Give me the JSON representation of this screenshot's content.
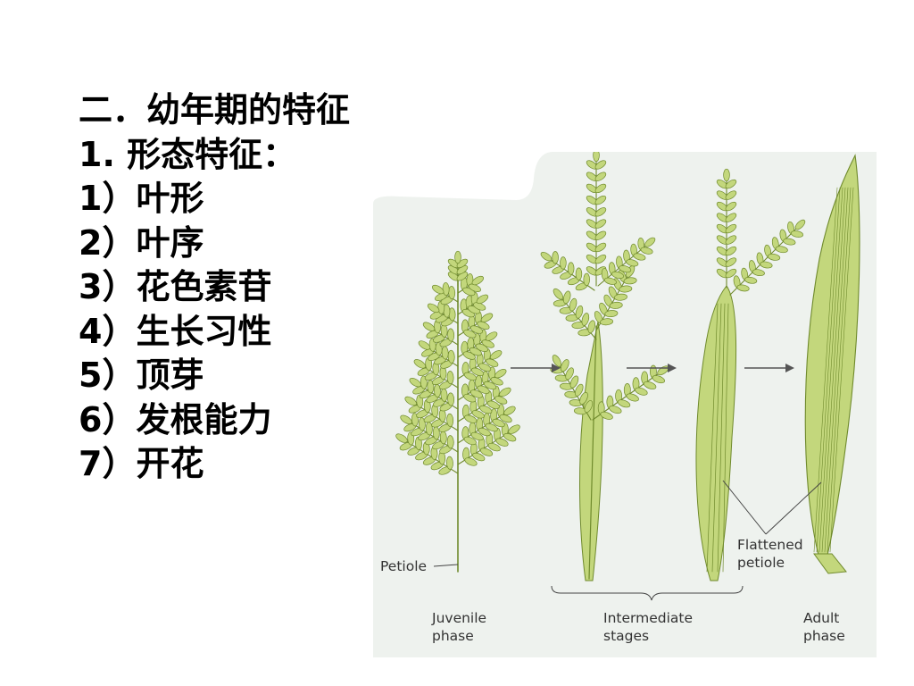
{
  "slide": {
    "heading": "二．幼年期的特征",
    "subheading": "1. 形态特征：",
    "items": [
      "1）叶形",
      "2）叶序",
      "3）花色素苷",
      "4）生长习性",
      "5）顶芽",
      "6）发根能力",
      "7）开花"
    ]
  },
  "figure": {
    "labels": {
      "petiole": "Petiole",
      "flattened_1": "Flattened",
      "flattened_2": "petiole",
      "juvenile_1": "Juvenile",
      "juvenile_2": "phase",
      "intermediate_1": "Intermediate",
      "intermediate_2": "stages",
      "adult_1": "Adult",
      "adult_2": "phase"
    },
    "colors": {
      "background": "#eef2ee",
      "leaf_fill": "#c3d77c",
      "leaf_stroke": "#6f8a2c",
      "arrow": "#555555"
    }
  }
}
